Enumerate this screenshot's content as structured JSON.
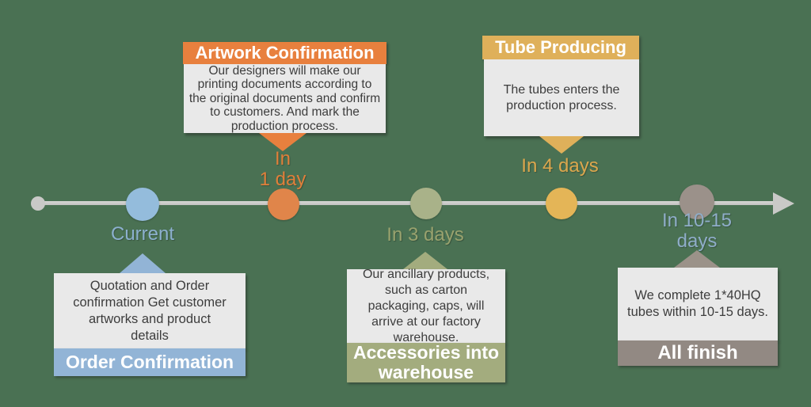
{
  "palette": {
    "background": "#4A7153",
    "axis_line": "#C9C9C7",
    "box_body": "#E9E9E9",
    "body_text": "#3D3D3D"
  },
  "timeline": {
    "direction": "left-to-right",
    "arrow": "right"
  },
  "stages": [
    {
      "key": "order-confirmation",
      "time_label": "Current",
      "title": "Order Confirmation",
      "description": "Quotation and Order confirmation Get customer artworks and product details",
      "accent_color": "#92B4D6",
      "dot_color": "#94BCDC",
      "label_color": "#8CB0CF",
      "callout_position": "below"
    },
    {
      "key": "artwork-confirmation",
      "time_label": "In\n1 day",
      "title": "Artwork Confirmation",
      "description": "Our designers will make our printing documents according to the original documents and confirm to customers. And mark the production process.",
      "accent_color": "#E8803E",
      "dot_color": "#E0854A",
      "label_color": "#E07F3A",
      "callout_position": "above"
    },
    {
      "key": "accessories-into-warehouse",
      "time_label": "In 3 days",
      "title": "Accessories into warehouse",
      "description": "Our ancillary products, such as carton packaging, caps, will arrive at our factory warehouse.",
      "accent_color": "#A3AC7E",
      "dot_color": "#A9B289",
      "label_color": "#99A26E",
      "callout_position": "below"
    },
    {
      "key": "tube-producing",
      "time_label": "In 4 days",
      "title": "Tube Producing",
      "description": "The tubes enters the production process.",
      "accent_color": "#DFB05A",
      "dot_color": "#E4B557",
      "label_color": "#DCA74D",
      "callout_position": "above"
    },
    {
      "key": "all-finish",
      "time_label": "In 10-15\ndays",
      "title": "All finish",
      "description": "We complete 1*40HQ tubes within 10-15 days.",
      "accent_color": "#928983",
      "dot_color": "#9B918A",
      "label_color": "#8FADC9",
      "callout_position": "below"
    }
  ]
}
